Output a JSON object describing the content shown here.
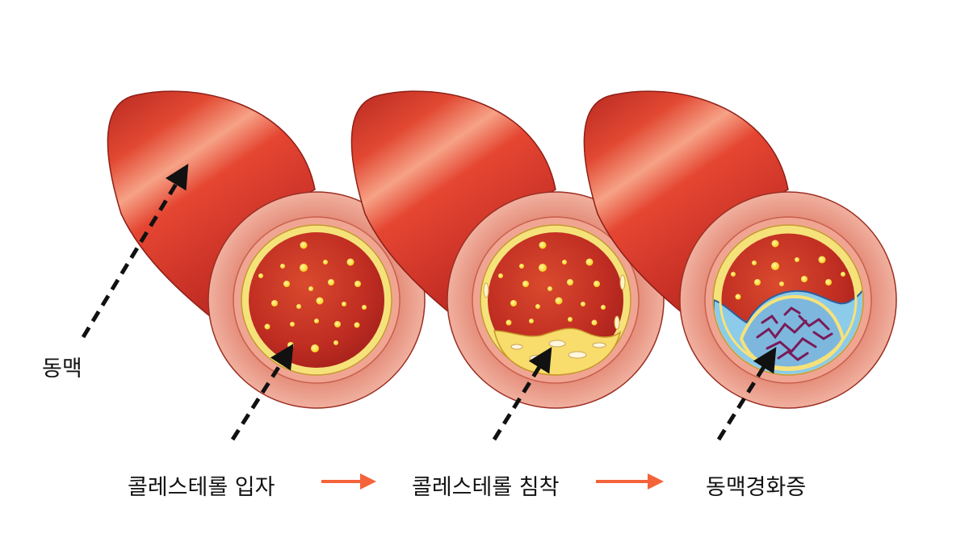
{
  "labels": {
    "artery": "동맥",
    "stage_1": "콜레스테롤 입자",
    "stage_2": "콜레스테롤 침착",
    "stage_3": "동맥경화증"
  },
  "colors": {
    "vessel_outer": "#d8382a",
    "vessel_dark": "#a3281e",
    "vessel_wall": "#eea08d",
    "lumen": "#c92f26",
    "lining": "#f6e27a",
    "cholesterol_particle": "#ffe233",
    "plaque_blue": "#7fc1e6",
    "plaque_fibers": "#7a1a57",
    "flow_arrow": "#f4633a",
    "pointer_arrow": "#111111"
  }
}
